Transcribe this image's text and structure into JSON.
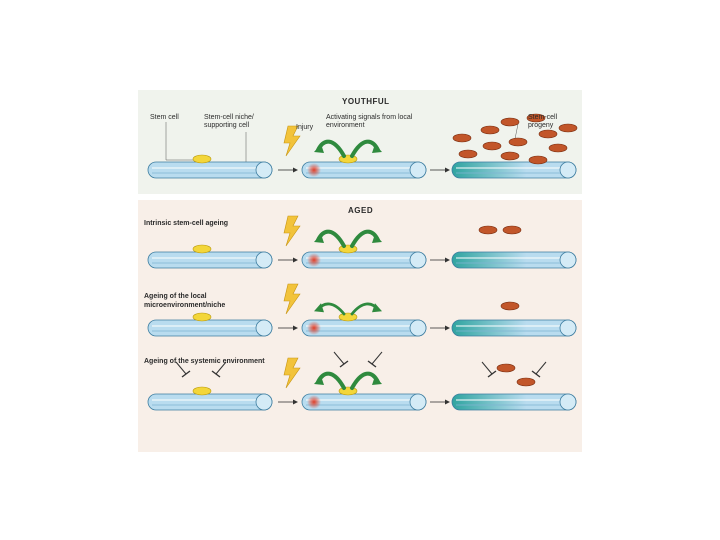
{
  "young": {
    "title": "YOUTHFUL",
    "labels": {
      "stem_cell": "Stem cell",
      "niche": "Stem-cell niche/ supporting cell",
      "injury": "Injury",
      "signals": "Activating signals from local environment",
      "progeny": "Stem-cell progeny"
    }
  },
  "aged": {
    "title": "AGED",
    "sections": [
      "Intrinsic stem-cell ageing",
      "Ageing of the local microenvironment/niche",
      "Ageing of the systemic environment"
    ]
  },
  "colors": {
    "fiber": "#b9dcef",
    "fiber_edge": "#3d7da0",
    "stem_cell": "#f3d63a",
    "progeny": "#c2562a",
    "signal_arrow": "#2f8a3e",
    "activated": "#2fa4a0",
    "lightning": "#f2c33b",
    "injury": "#e0402a"
  },
  "icons": [
    "lightning-icon",
    "signal-arrow-icon",
    "inhibitor-icon",
    "transition-arrow-icon"
  ]
}
